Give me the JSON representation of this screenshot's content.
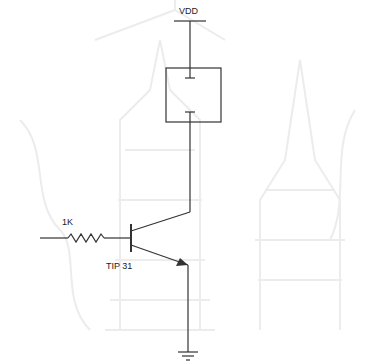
{
  "diagram": {
    "labels": [
      "VDD",
      "1K",
      "TIP 31"
    ]
  }
}
